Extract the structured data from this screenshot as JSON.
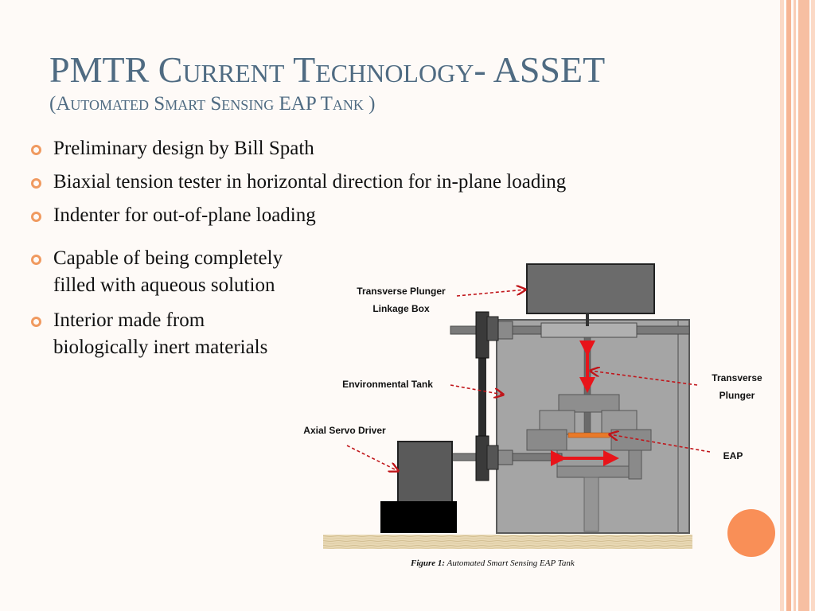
{
  "slide": {
    "title_prefix": "PMTR ",
    "title_sc": "Current Technology",
    "title_suffix": "- ASSET",
    "subtitle": "(Automated Smart Sensing EAP Tank )",
    "bullets": [
      "Preliminary design by Bill Spath",
      "Biaxial tension tester in horizontal direction for in-plane loading",
      "Indenter for out-of-plane loading"
    ],
    "bullets_left": [
      "Capable of being completely filled with aqueous solution",
      "Interior made from biologically inert materials"
    ]
  },
  "figure": {
    "labels": {
      "plunger_box_1": "Transverse Plunger",
      "plunger_box_2": "Linkage Box",
      "env_tank": "Environmental Tank",
      "axial_servo": "Axial Servo Driver",
      "transverse_1": "Transverse",
      "transverse_2": "Plunger",
      "eap": "EAP"
    },
    "caption_bold": "Figure 1:",
    "caption_text": " Automated Smart Sensing EAP Tank"
  },
  "colors": {
    "accent": "#f09a60",
    "title": "#4f6b82",
    "arrow_red": "#e8141a",
    "stripe": "#f7c2a8"
  }
}
